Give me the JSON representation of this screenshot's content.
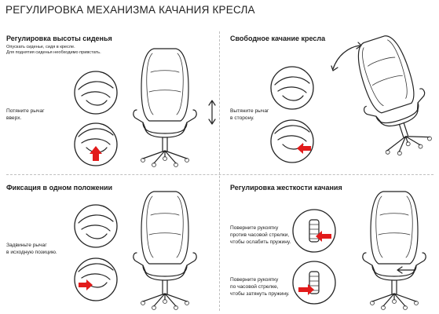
{
  "title": "РЕГУЛИРОВКА МЕХАНИЗМА КАЧАНИЯ КРЕСЛА",
  "sections": [
    {
      "heading": "Регулировка высоты сиденья",
      "notes": [
        "Опускать сиденье, сидя в кресле.",
        "Для поднятия сиденья необходимо привстать."
      ],
      "instruction": [
        "Потяните рычаг",
        "вверх."
      ]
    },
    {
      "heading": "Свободное качание кресла",
      "instruction": [
        "Вытяните рычаг",
        "в сторону."
      ]
    },
    {
      "heading": "Фиксация в одном положении",
      "instruction": [
        "Задвиньте рычаг",
        "в исходную позицию."
      ]
    },
    {
      "heading": "Регулировка жесткости качания",
      "instruction_top": [
        "Поверните рукоятку",
        "против часовой стрелки,",
        "чтобы ослабить пружину."
      ],
      "instruction_bottom": [
        "Поверните рукоятку",
        "по часовой стрелке,",
        "чтобы затянуть пружину."
      ]
    }
  ],
  "colors": {
    "arrow": "#e21b1b",
    "line": "#222222",
    "divider": "#bfbfbf"
  }
}
